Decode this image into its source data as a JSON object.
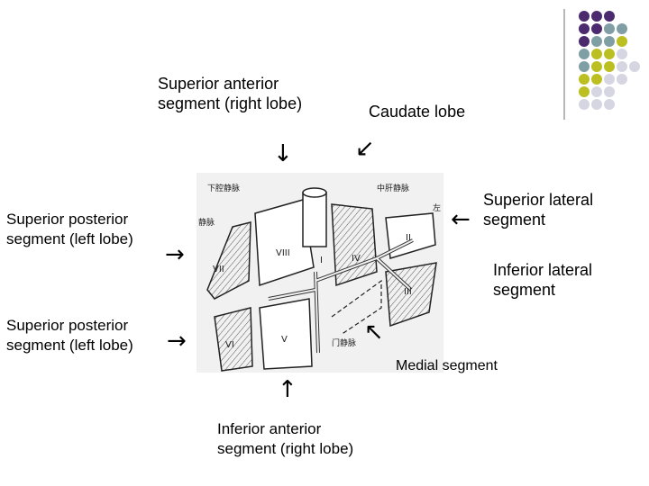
{
  "labels": {
    "superior_anterior": [
      "Superior anterior",
      "segment (right lobe)"
    ],
    "caudate": "Caudate lobe",
    "superior_posterior_1": [
      "Superior posterior",
      "segment (left lobe)"
    ],
    "superior_lateral": [
      "Superior lateral",
      "segment"
    ],
    "inferior_lateral": [
      "Inferior lateral",
      "segment"
    ],
    "superior_posterior_2": [
      "Superior posterior",
      "segment (left lobe)"
    ],
    "medial": "Medial segment",
    "inferior_anterior": [
      "Inferior anterior",
      "segment (right lobe)"
    ]
  },
  "figure_text": {
    "ivc": "下腔静脉",
    "middle_hepatic_vein": "中肝静脉",
    "left": "左",
    "portal_vein": "门静脉",
    "vein_fragment": "静脉",
    "seg_2": "II",
    "seg_3": "III",
    "seg_4": "IV",
    "seg_5": "V",
    "seg_6": "VI",
    "seg_7": "VII",
    "seg_8": "VIII",
    "seg_1": "I"
  },
  "arrows": {
    "down": "↓",
    "right": "→",
    "left": "←",
    "up": "↑",
    "up_left": "↖",
    "down_left": "↙"
  },
  "colors": {
    "dot_purple": "#4b2a6e",
    "dot_teal": "#7f9fa5",
    "dot_olive": "#bcbf22",
    "dot_lavender": "#d6d6e2",
    "rule_line": "#888888"
  }
}
